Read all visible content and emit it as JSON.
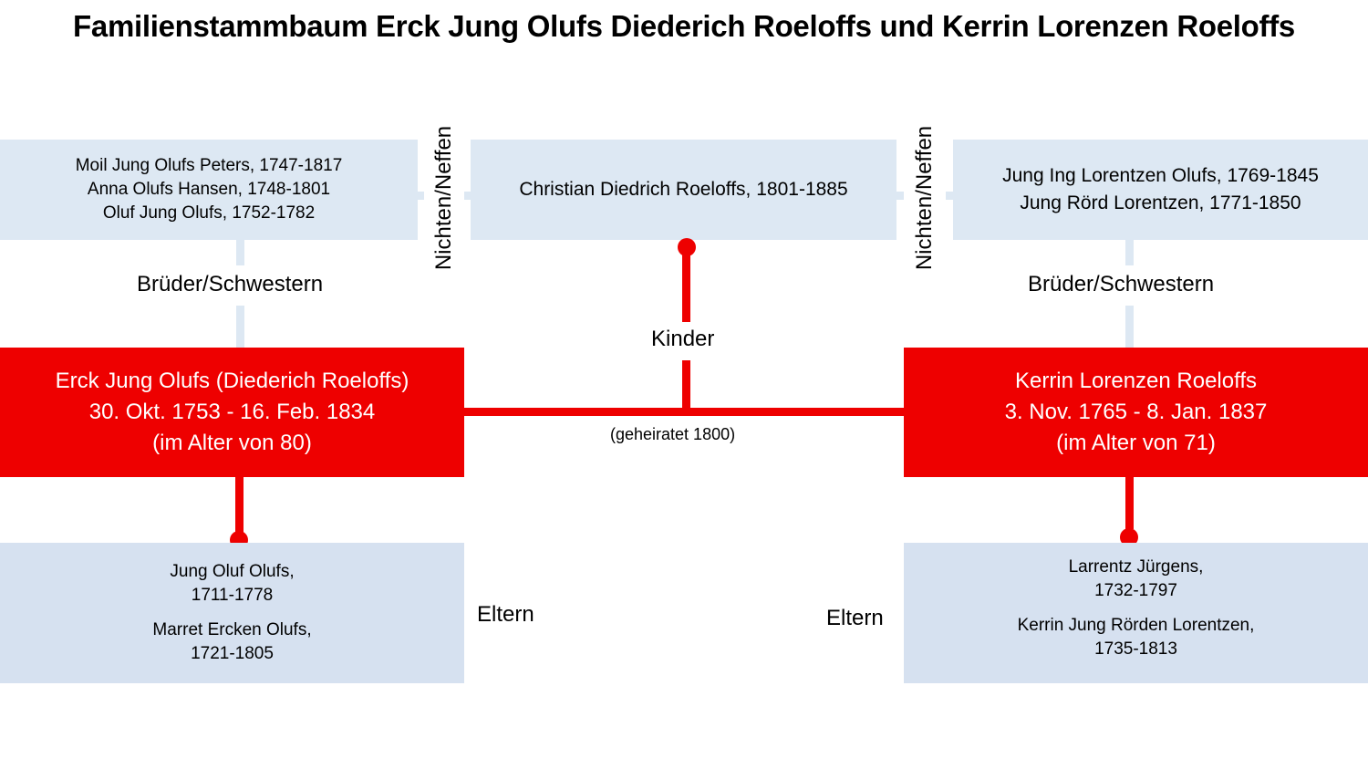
{
  "title": "Familienstammbaum Erck Jung Olufs Diederich Roeloffs und Kerrin Lorenzen Roeloffs",
  "left_siblings": [
    "Moil Jung Olufs Peters, 1747-1817",
    "Anna Olufs Hansen, 1748-1801",
    "Oluf Jung Olufs, 1752-1782"
  ],
  "children": [
    "Christian Diedrich Roeloffs, 1801-1885"
  ],
  "right_siblings": [
    "Jung Ing Lorentzen Olufs, 1769-1845",
    "Jung Rörd Lorentzen, 1771-1850"
  ],
  "labels": {
    "nieces_left": "Nichten/Neffen",
    "nieces_right": "Nichten/Neffen",
    "siblings_left": "Brüder/Schwestern",
    "siblings_right": "Brüder/Schwestern",
    "kinder": "Kinder",
    "married": "(geheiratet 1800)",
    "eltern_left": "Eltern",
    "eltern_right": "Eltern"
  },
  "husband": {
    "name": "Erck Jung Olufs (Diederich Roeloffs)",
    "dates": "30. Okt. 1753 - 16. Feb. 1834",
    "age": "(im Alter von 80)"
  },
  "wife": {
    "name": "Kerrin Lorenzen Roeloffs",
    "dates": "3. Nov. 1765 - 8. Jan. 1837",
    "age": "(im Alter von 71)"
  },
  "left_parents": [
    {
      "name": "Jung Oluf Olufs,",
      "years": "1711-1778"
    },
    {
      "name": "Marret Ercken Olufs,",
      "years": "1721-1805"
    }
  ],
  "right_parents": [
    {
      "name": "Larrentz Jürgens,",
      "years": "1732-1797"
    },
    {
      "name": "Kerrin Jung Rörden Lorentzen,",
      "years": "1735-1813"
    }
  ],
  "colors": {
    "red": "#ee0000",
    "light_blue": "#dde8f3"
  }
}
